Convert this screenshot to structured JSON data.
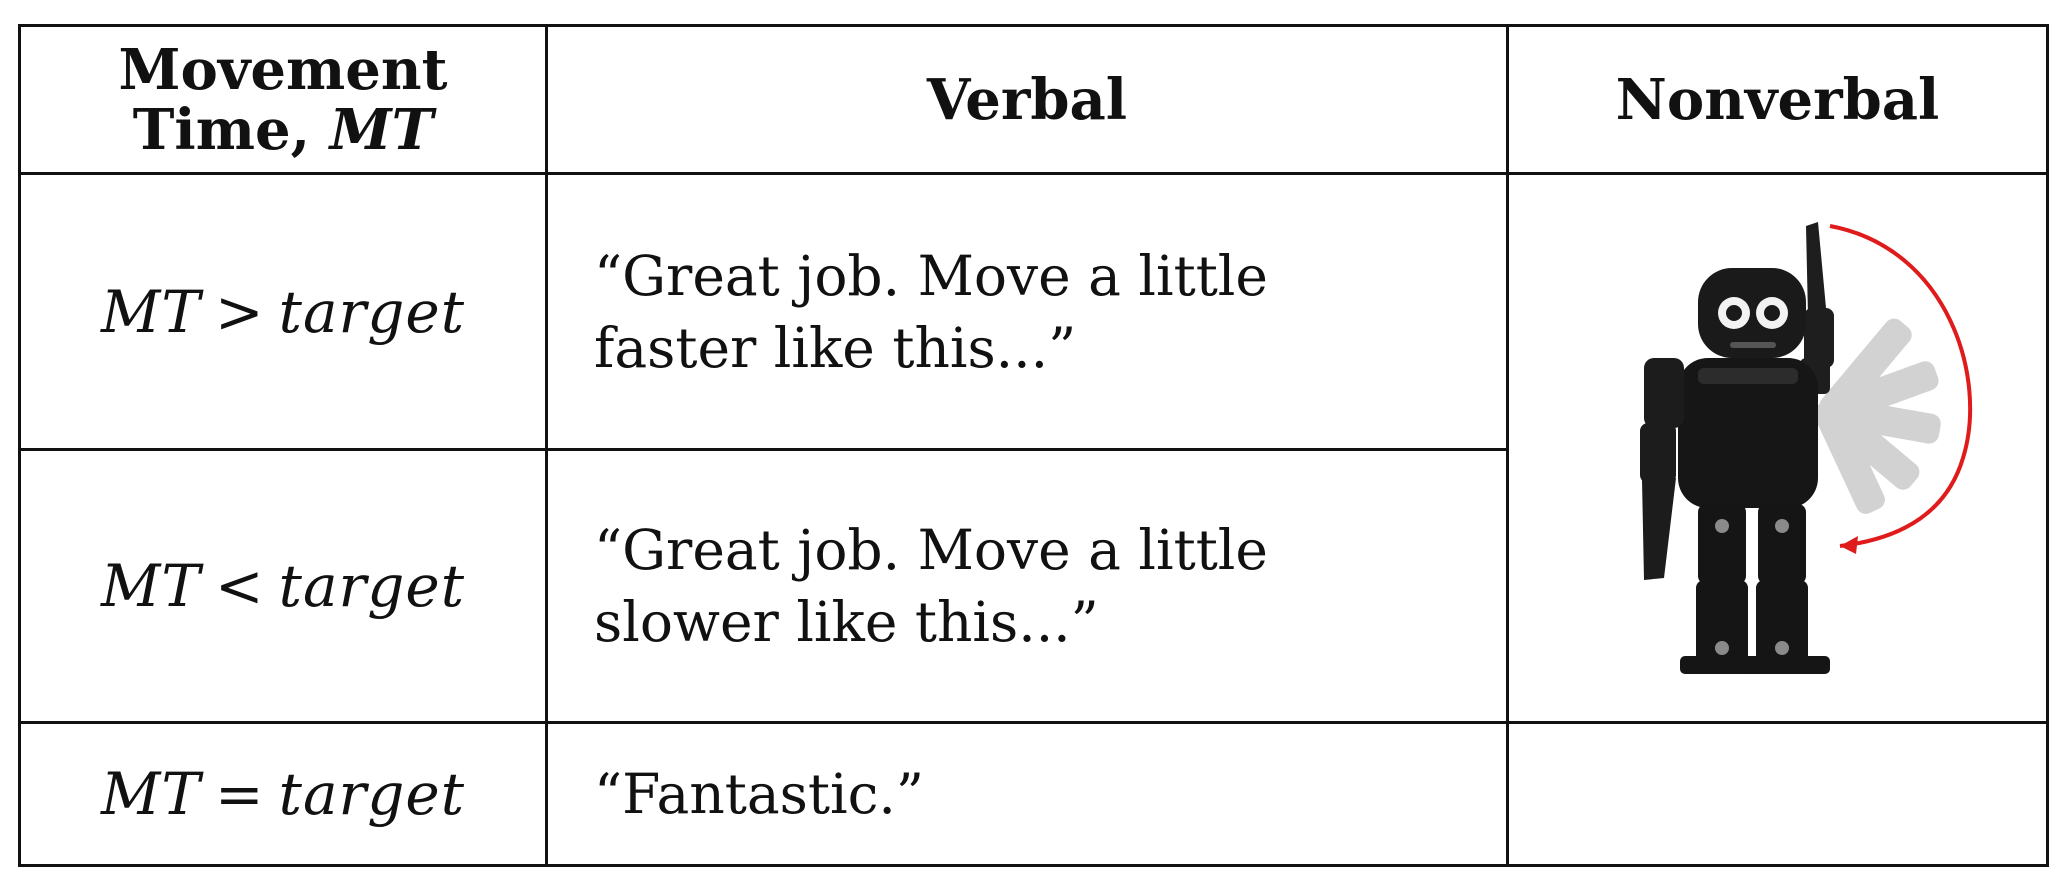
{
  "table": {
    "headers": {
      "movement_time_line1": "Movement",
      "movement_time_line2_prefix": "Time,",
      "movement_time_line2_symbol": "MT",
      "verbal": "Verbal",
      "nonverbal": "Nonverbal"
    },
    "rows": [
      {
        "condition": {
          "left": "MT",
          "operator": ">",
          "right": "target"
        },
        "verbal_line1": "“Great job. Move a little",
        "verbal_line2": "faster like this...”"
      },
      {
        "condition": {
          "left": "MT",
          "operator": "<",
          "right": "target"
        },
        "verbal_line1": "“Great job. Move a little",
        "verbal_line2": "slower like this...”"
      },
      {
        "condition": {
          "left": "MT",
          "operator": "=",
          "right": "target"
        },
        "verbal_line1": "“Fantastic.”",
        "verbal_line2": ""
      }
    ],
    "nonverbal_image": {
      "icon": "robot-waving-arm-icon",
      "arrow_color": "#e01b1b",
      "robot_color": "#1a1a1a",
      "ghost_color": "#bdbdbd"
    }
  }
}
